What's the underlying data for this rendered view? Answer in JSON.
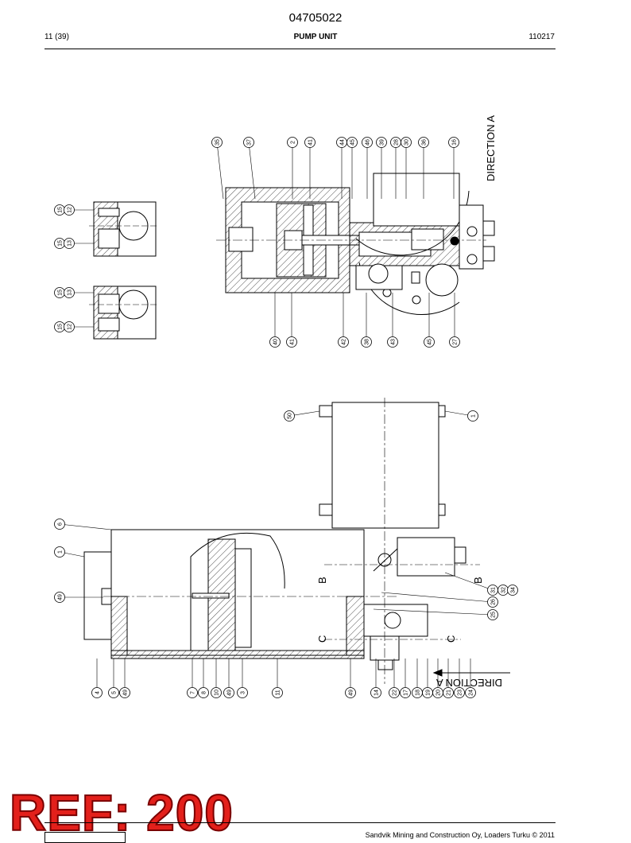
{
  "header": {
    "doc_number": "04705022",
    "page": "11 (39)",
    "title": "PUMP UNIT",
    "date": "110217"
  },
  "drawing": {
    "direction_label": "DIRECTION A",
    "section_b": "B",
    "section_c": "C",
    "upper_top_callouts": [
      "35",
      "37",
      "2",
      "41",
      "44",
      "45",
      "46",
      "39",
      "28",
      "30",
      "36",
      "16"
    ],
    "upper_bottom_callouts": [
      "40",
      "41",
      "42",
      "38",
      "43",
      "45",
      "27"
    ],
    "side_callouts": [
      "15",
      "12",
      "15",
      "13",
      "15",
      "13",
      "15",
      "12"
    ],
    "lower_bottom_callouts": [
      "4",
      "5",
      "49",
      "7",
      "8",
      "10",
      "49",
      "3",
      "11",
      "49",
      "14",
      "22",
      "17",
      "18",
      "19",
      "20",
      "21",
      "23",
      "24"
    ],
    "lower_left_callouts": [
      "6",
      "1",
      "49"
    ],
    "lower_right_callouts": [
      "31",
      "32",
      "34",
      "26",
      "25"
    ],
    "lower_misc_callouts": [
      "50",
      "1"
    ]
  },
  "stamp": {
    "text": "REF: 200"
  },
  "footer": {
    "copyright": "Sandvik Mining and Construction Oy, Loaders Turku © 2011"
  }
}
